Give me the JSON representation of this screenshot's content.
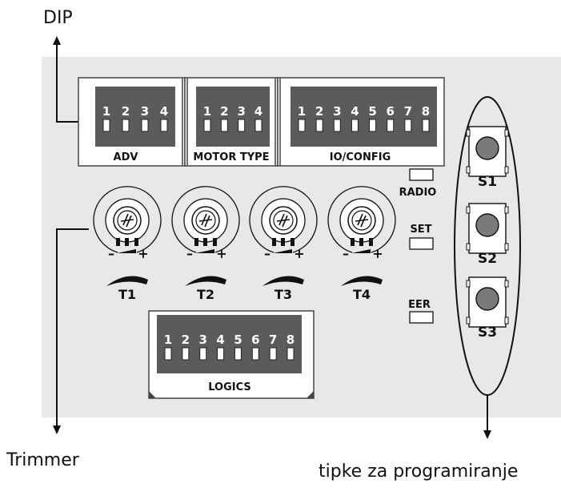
{
  "labels": {
    "dip": "DIP",
    "trimmer": "Trimmer",
    "buttons": "tipke za programiranje"
  },
  "dip_blocks": [
    {
      "name": "ADV",
      "numbers": [
        "1",
        "2",
        "3",
        "4"
      ]
    },
    {
      "name": "MOTOR TYPE",
      "numbers": [
        "1",
        "2",
        "3",
        "4"
      ]
    },
    {
      "name": "IO/CONFIG",
      "numbers": [
        "1",
        "2",
        "3",
        "4",
        "5",
        "6",
        "7",
        "8"
      ]
    },
    {
      "name": "LOGICS",
      "numbers": [
        "1",
        "2",
        "3",
        "4",
        "5",
        "6",
        "7",
        "8"
      ]
    }
  ],
  "trimmers": [
    {
      "name": "T1",
      "minus": "–",
      "plus": "+"
    },
    {
      "name": "T2",
      "minus": "–",
      "plus": "+"
    },
    {
      "name": "T3",
      "minus": "–",
      "plus": "+"
    },
    {
      "name": "T4",
      "minus": "–",
      "plus": "+"
    }
  ],
  "leds": [
    "RADIO",
    "SET",
    "EER"
  ],
  "buttons": [
    "S1",
    "S2",
    "S3"
  ],
  "colors": {
    "dip_fill": "#5b5b5b",
    "board_fill": "#e8e8e8",
    "button_fill": "#7a7a7a"
  }
}
